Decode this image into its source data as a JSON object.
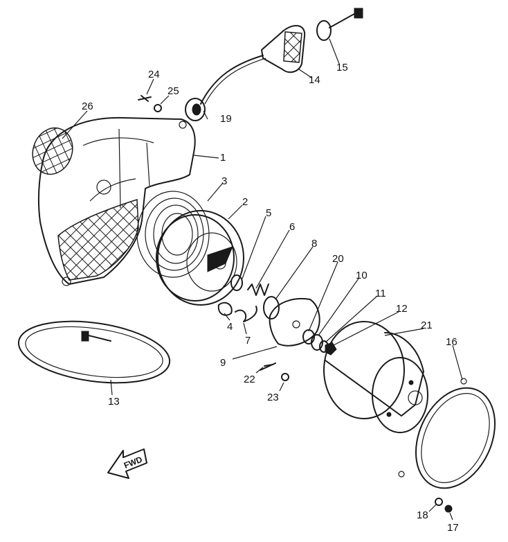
{
  "callouts": {
    "c1": "1",
    "c2": "2",
    "c3": "3",
    "c4": "4",
    "c5": "5",
    "c6": "6",
    "c7": "7",
    "c8": "8",
    "c9": "9",
    "c10": "10",
    "c11": "11",
    "c12": "12",
    "c13": "13",
    "c14": "14",
    "c15": "15",
    "c16": "16",
    "c17": "17",
    "c18": "18",
    "c19": "19",
    "c20": "20",
    "c21": "21",
    "c22": "22",
    "c23": "23",
    "c24": "24",
    "c25": "25",
    "c26": "26"
  },
  "direction_label": "FWD"
}
